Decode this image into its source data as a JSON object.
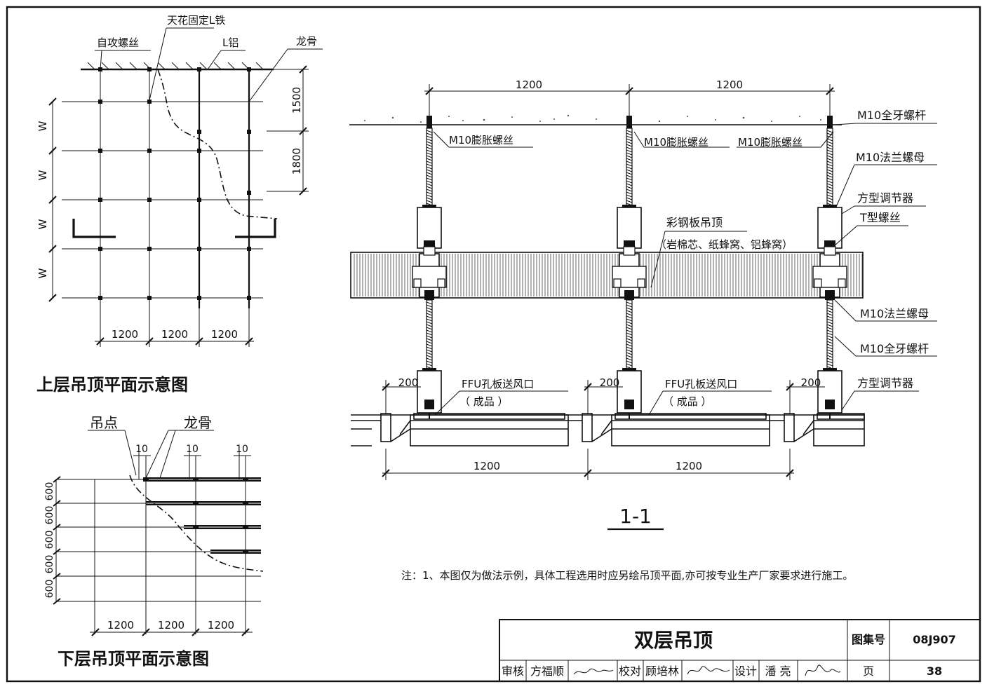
{
  "plan_top": {
    "title": "上层吊顶平面示意图",
    "labels": {
      "screw": "自攻螺丝",
      "l_iron": "天花固定L铁",
      "l_alu": "L铝",
      "keel": "龙骨"
    },
    "dims_bottom": [
      "1200",
      "1200",
      "1200"
    ],
    "dims_right": [
      "1500",
      "1800"
    ],
    "w_labels": [
      "W",
      "W",
      "W",
      "W"
    ]
  },
  "plan_bottom": {
    "title": "下层吊顶平面示意图",
    "labels": {
      "hang_point": "吊点",
      "keel": "龙骨"
    },
    "dims_top": [
      "10",
      "10",
      "10"
    ],
    "dims_left": [
      "600",
      "600",
      "600",
      "600",
      "600"
    ],
    "dims_bottom": [
      "1200",
      "1200",
      "1200"
    ]
  },
  "section": {
    "title": "1-1",
    "dims_top": [
      "1200",
      "1200"
    ],
    "dims_bottom": [
      "1200",
      "1200"
    ],
    "dims_200": [
      "200",
      "200",
      "200"
    ],
    "labels": {
      "expansion_bolt": "M10膨胀螺丝",
      "threaded_rod_top": "M10全牙螺杆",
      "flange_nut_top": "M10法兰螺母",
      "adjuster_top": "方型调节器",
      "t_bolt": "T型螺丝",
      "panel_1": "彩钢板吊顶",
      "panel_2": "（岩棉芯、纸蜂窝、铝蜂窝）",
      "flange_nut_bottom": "M10法兰螺母",
      "threaded_rod_bottom": "M10全牙螺杆",
      "adjuster_bottom": "方型调节器",
      "ffu": "FFU孔板送风口",
      "ffu_sub": "（ 成品 ）"
    }
  },
  "note": "注：1、本图仅为做法示例，具体工程选用时应另绘吊顶平面,亦可按专业生产厂家要求进行施工。",
  "title_block": {
    "title": "双层吊顶",
    "atlas_label": "图集号",
    "atlas_no": "08J907",
    "page_label": "页",
    "page_no": "38",
    "review_label": "审核",
    "reviewer": "方福顺",
    "check_label": "校对",
    "checker": "顾培林",
    "design_label": "设计",
    "designer": "潘 亮"
  }
}
